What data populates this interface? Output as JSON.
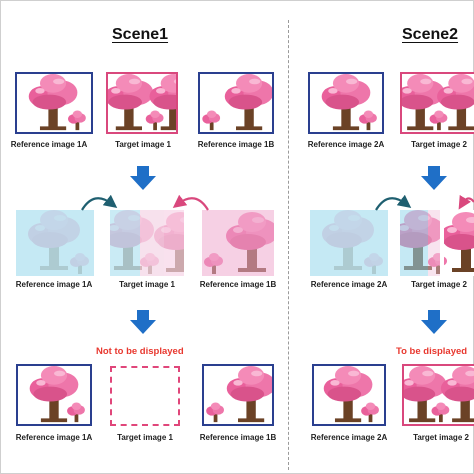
{
  "scene1": {
    "title": "Scene1",
    "row1": {
      "ref_a": "Reference image 1A",
      "target": "Target image 1",
      "ref_b": "Reference image 1B"
    },
    "row2": {
      "ref_a": "Reference image 1A",
      "target": "Target image 1",
      "ref_b": "Reference image 1B"
    },
    "row3": {
      "ref_a": "Reference image 1A",
      "target": "Target image 1",
      "ref_b": "Reference image 1B"
    },
    "status": "Not to be displayed"
  },
  "scene2": {
    "title": "Scene2",
    "row1": {
      "ref_a": "Reference image 2A",
      "target": "Target image 2"
    },
    "row2": {
      "ref_a": "Reference image 2A",
      "target": "Target image 2"
    },
    "row3": {
      "ref_a": "Reference image 2A",
      "target": "Target image 2"
    },
    "status": "To be displayed"
  },
  "colors": {
    "reference_border": "#2a3f8f",
    "target_border": "#d9487d",
    "arrow": "#1f6fc7",
    "warning": "#e8382f",
    "tree_canopy": "#e9609b",
    "tree_trunk": "#6b4226"
  }
}
